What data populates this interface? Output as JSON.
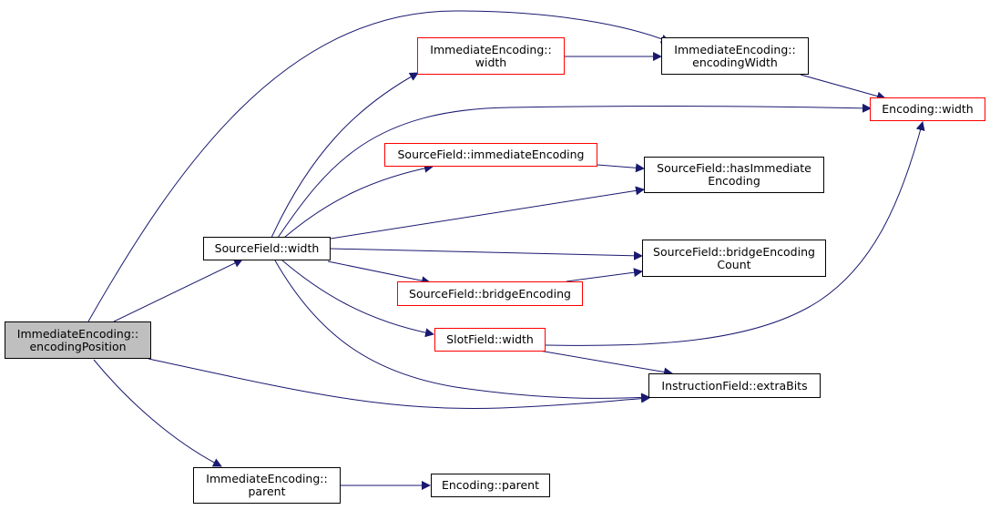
{
  "colors": {
    "edge": "#191970",
    "node_border": "#000000",
    "linked_border": "#ff0000",
    "focus_fill": "#bfbfbf"
  },
  "nodes": {
    "root": {
      "label": "ImmediateEncoding::\nencodingPosition"
    },
    "sf_width": {
      "label": "SourceField::width"
    },
    "ie_parent": {
      "label": "ImmediateEncoding::\nparent"
    },
    "ie_width": {
      "label": "ImmediateEncoding::\nwidth"
    },
    "ie_encw": {
      "label": "ImmediateEncoding::\nencodingWidth"
    },
    "enc_width": {
      "label": "Encoding::width"
    },
    "sf_immenc": {
      "label": "SourceField::immediateEncoding"
    },
    "sf_hasimm": {
      "label": "SourceField::hasImmediate\nEncoding"
    },
    "sf_bcount": {
      "label": "SourceField::bridgeEncoding\nCount"
    },
    "sf_bridge": {
      "label": "SourceField::bridgeEncoding"
    },
    "slot_width": {
      "label": "SlotField::width"
    },
    "if_extra": {
      "label": "InstructionField::extraBits"
    },
    "enc_parent": {
      "label": "Encoding::parent"
    }
  }
}
